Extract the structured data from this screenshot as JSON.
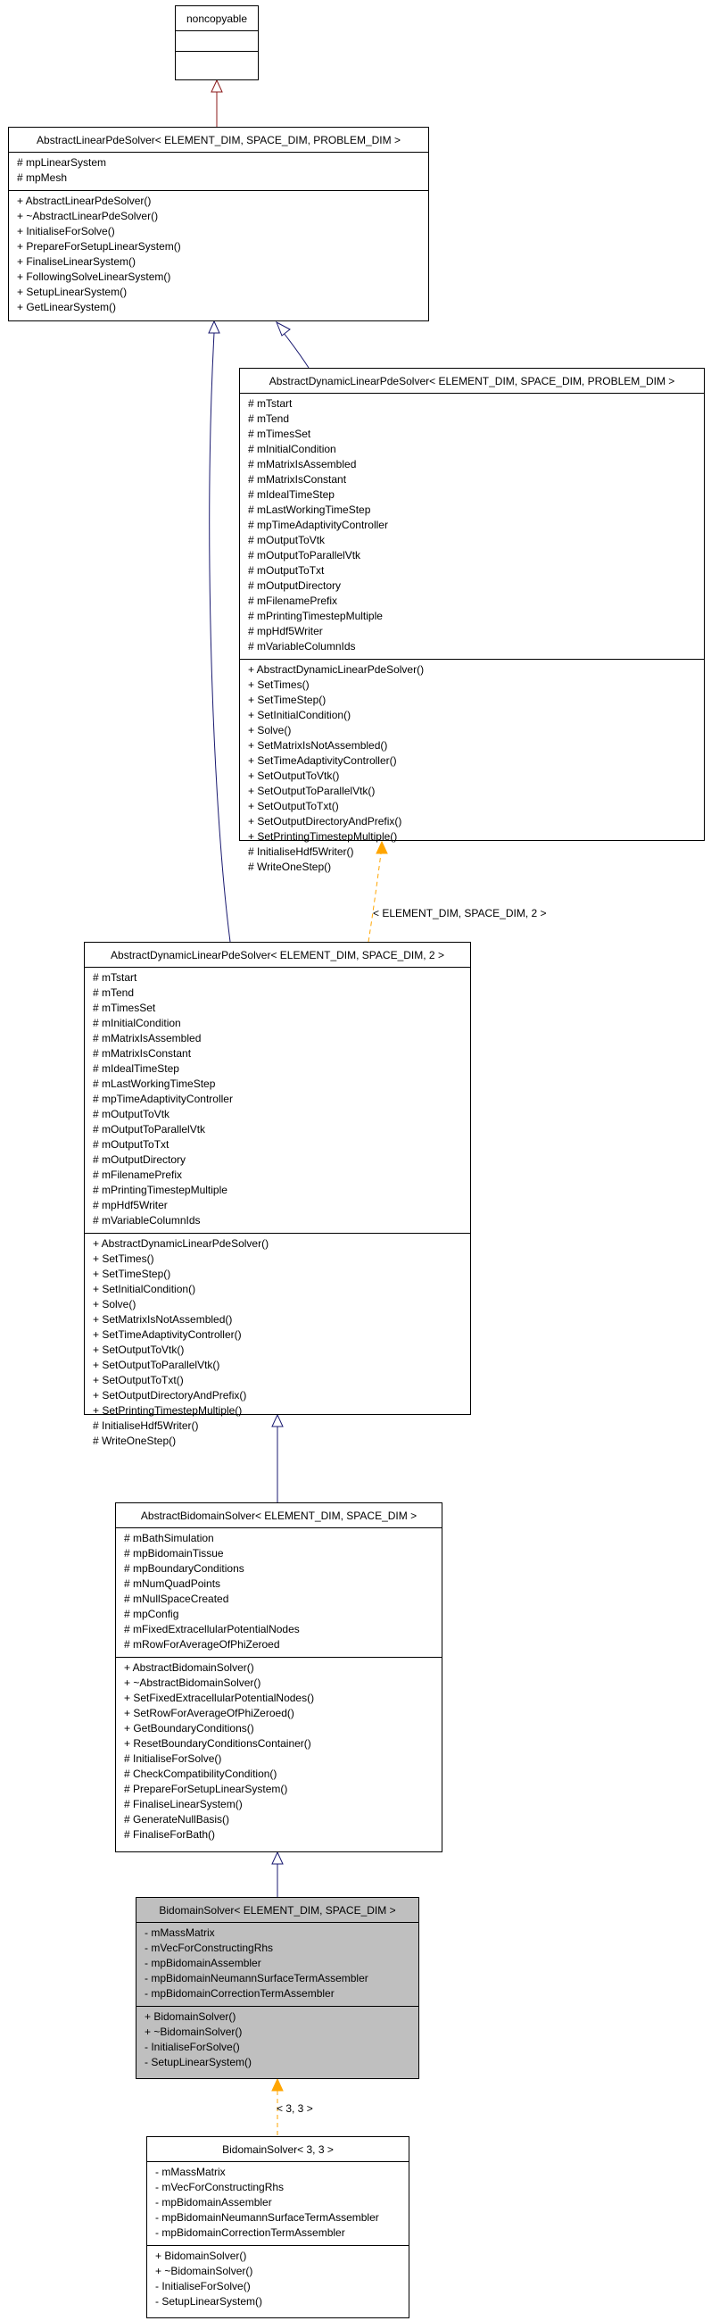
{
  "classes": {
    "noncopyable": {
      "title": "noncopyable",
      "attributes": [],
      "methods": []
    },
    "abstract_linear": {
      "title": "AbstractLinearPdeSolver< ELEMENT_DIM, SPACE_DIM, PROBLEM_DIM >",
      "attributes": [
        "# mpLinearSystem",
        "# mpMesh"
      ],
      "methods": [
        "+ AbstractLinearPdeSolver()",
        "+ ~AbstractLinearPdeSolver()",
        "+ InitialiseForSolve()",
        "+ PrepareForSetupLinearSystem()",
        "+ FinaliseLinearSystem()",
        "+ FollowingSolveLinearSystem()",
        "+ SetupLinearSystem()",
        "+ GetLinearSystem()"
      ]
    },
    "abstract_dynamic": {
      "title": "AbstractDynamicLinearPdeSolver< ELEMENT_DIM, SPACE_DIM, PROBLEM_DIM >",
      "attributes": [
        "# mTstart",
        "# mTend",
        "# mTimesSet",
        "# mInitialCondition",
        "# mMatrixIsAssembled",
        "# mMatrixIsConstant",
        "# mIdealTimeStep",
        "# mLastWorkingTimeStep",
        "# mpTimeAdaptivityController",
        "# mOutputToVtk",
        "# mOutputToParallelVtk",
        "# mOutputToTxt",
        "# mOutputDirectory",
        "# mFilenamePrefix",
        "# mPrintingTimestepMultiple",
        "# mpHdf5Writer",
        "# mVariableColumnIds"
      ],
      "methods": [
        "+ AbstractDynamicLinearPdeSolver()",
        "+ SetTimes()",
        "+ SetTimeStep()",
        "+ SetInitialCondition()",
        "+ Solve()",
        "+ SetMatrixIsNotAssembled()",
        "+ SetTimeAdaptivityController()",
        "+ SetOutputToVtk()",
        "+ SetOutputToParallelVtk()",
        "+ SetOutputToTxt()",
        "+ SetOutputDirectoryAndPrefix()",
        "+ SetPrintingTimestepMultiple()",
        "# InitialiseHdf5Writer()",
        "# WriteOneStep()"
      ]
    },
    "abstract_dynamic_2": {
      "title": "AbstractDynamicLinearPdeSolver< ELEMENT_DIM, SPACE_DIM, 2 >",
      "attributes": [
        "# mTstart",
        "# mTend",
        "# mTimesSet",
        "# mInitialCondition",
        "# mMatrixIsAssembled",
        "# mMatrixIsConstant",
        "# mIdealTimeStep",
        "# mLastWorkingTimeStep",
        "# mpTimeAdaptivityController",
        "# mOutputToVtk",
        "# mOutputToParallelVtk",
        "# mOutputToTxt",
        "# mOutputDirectory",
        "# mFilenamePrefix",
        "# mPrintingTimestepMultiple",
        "# mpHdf5Writer",
        "# mVariableColumnIds"
      ],
      "methods": [
        "+ AbstractDynamicLinearPdeSolver()",
        "+ SetTimes()",
        "+ SetTimeStep()",
        "+ SetInitialCondition()",
        "+ Solve()",
        "+ SetMatrixIsNotAssembled()",
        "+ SetTimeAdaptivityController()",
        "+ SetOutputToVtk()",
        "+ SetOutputToParallelVtk()",
        "+ SetOutputToTxt()",
        "+ SetOutputDirectoryAndPrefix()",
        "+ SetPrintingTimestepMultiple()",
        "# InitialiseHdf5Writer()",
        "# WriteOneStep()"
      ]
    },
    "abstract_bidomain": {
      "title": "AbstractBidomainSolver< ELEMENT_DIM, SPACE_DIM >",
      "attributes": [
        "# mBathSimulation",
        "# mpBidomainTissue",
        "# mpBoundaryConditions",
        "# mNumQuadPoints",
        "# mNullSpaceCreated",
        "# mpConfig",
        "# mFixedExtracellularPotentialNodes",
        "# mRowForAverageOfPhiZeroed"
      ],
      "methods": [
        "+ AbstractBidomainSolver()",
        "+ ~AbstractBidomainSolver()",
        "+ SetFixedExtracellularPotentialNodes()",
        "+ SetRowForAverageOfPhiZeroed()",
        "+ GetBoundaryConditions()",
        "+ ResetBoundaryConditionsContainer()",
        "# InitialiseForSolve()",
        "# CheckCompatibilityCondition()",
        "# PrepareForSetupLinearSystem()",
        "# FinaliseLinearSystem()",
        "# GenerateNullBasis()",
        "# FinaliseForBath()"
      ]
    },
    "bidomain_solver": {
      "title": "BidomainSolver< ELEMENT_DIM, SPACE_DIM >",
      "attributes": [
        "- mMassMatrix",
        "- mVecForConstructingRhs",
        "- mpBidomainAssembler",
        "- mpBidomainNeumannSurfaceTermAssembler",
        "- mpBidomainCorrectionTermAssembler"
      ],
      "methods": [
        "+ BidomainSolver()",
        "+ ~BidomainSolver()",
        "- InitialiseForSolve()",
        "- SetupLinearSystem()"
      ]
    },
    "bidomain_solver_33": {
      "title": "BidomainSolver< 3, 3 >",
      "attributes": [
        "- mMassMatrix",
        "- mVecForConstructingRhs",
        "- mpBidomainAssembler",
        "- mpBidomainNeumannSurfaceTermAssembler",
        "- mpBidomainCorrectionTermAssembler"
      ],
      "methods": [
        "+ BidomainSolver()",
        "+ ~BidomainSolver()",
        "- InitialiseForSolve()",
        "- SetupLinearSystem()"
      ]
    }
  },
  "template_labels": {
    "dynamic_to_2": "< ELEMENT_DIM, SPACE_DIM, 2 >",
    "solver_to_33": "< 3, 3 >"
  },
  "colors": {
    "inheritance_public": "#191970",
    "inheritance_private": "#8b1a1a",
    "template_instance": "#ffa500",
    "focus_fill": "#bfbfbf"
  }
}
